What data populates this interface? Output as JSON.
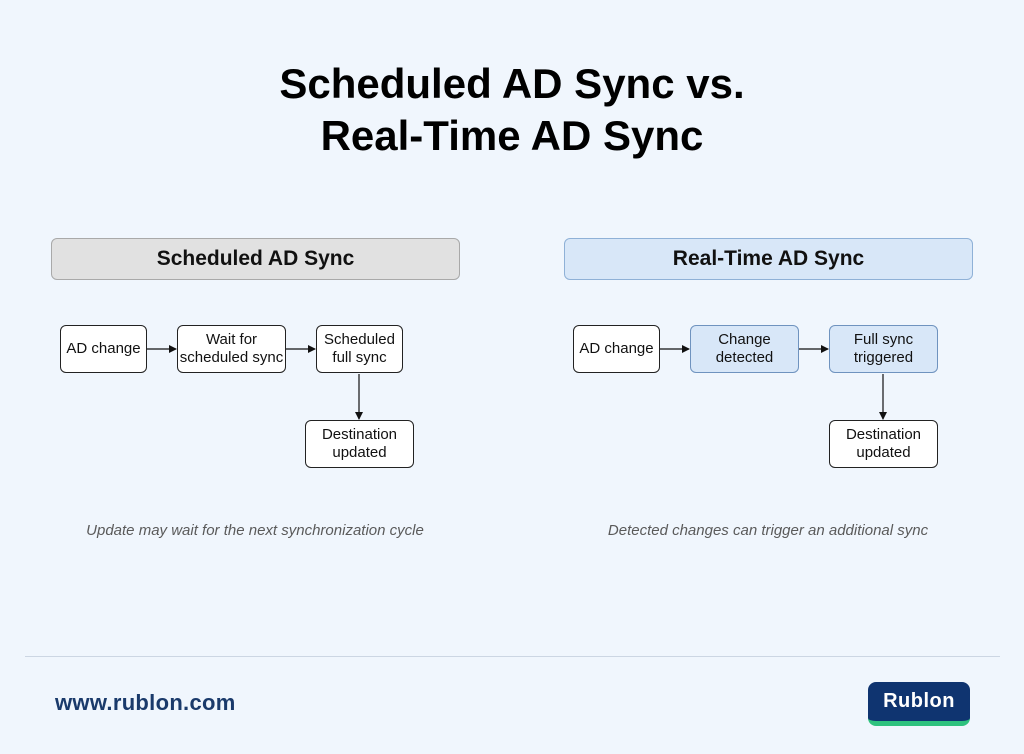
{
  "title": {
    "line1": "Scheduled AD Sync vs.",
    "line2": "Real-Time AD Sync"
  },
  "scheduled": {
    "header": "Scheduled AD Sync",
    "nodes": {
      "ad_change": "AD change",
      "wait_l1": "Wait for",
      "wait_l2": "scheduled sync",
      "full_l1": "Scheduled",
      "full_l2": "full sync",
      "dest_l1": "Destination",
      "dest_l2": "updated"
    },
    "caption": "Update may wait for the next synchronization cycle"
  },
  "realtime": {
    "header": "Real-Time AD Sync",
    "nodes": {
      "ad_change": "AD change",
      "detect_l1": "Change",
      "detect_l2": "detected",
      "full_l1": "Full sync",
      "full_l2": "triggered",
      "dest_l1": "Destination",
      "dest_l2": "updated"
    },
    "caption": "Detected changes can trigger an additional sync"
  },
  "footer": {
    "url": "www.rublon.com",
    "logo": "Rublon"
  },
  "colors": {
    "background": "#f0f6fd",
    "blue_fill": "#d8e7f8",
    "grey_fill": "#e1e1e1",
    "brand_navy": "#0f3470",
    "brand_green": "#2ec27e"
  }
}
